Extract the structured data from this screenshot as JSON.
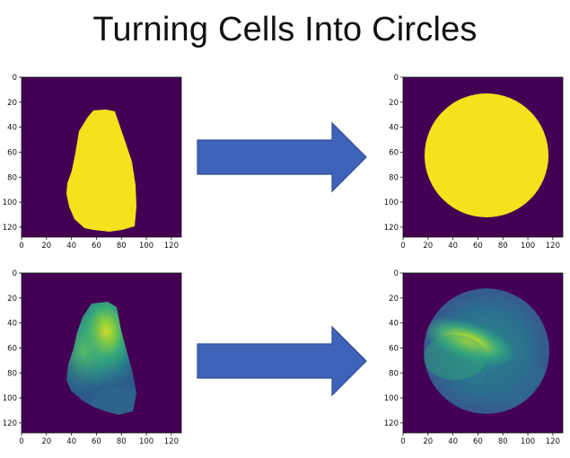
{
  "title": "Turning Cells Into Circles",
  "colors": {
    "background": "#440154",
    "mask": "#f5e21d",
    "arrow_fill": "#3f63b8",
    "arrow_stroke": "#2e4d92"
  },
  "axes": {
    "x_ticks": [
      0,
      20,
      40,
      60,
      80,
      100,
      120
    ],
    "y_ticks": [
      0,
      20,
      40,
      60,
      80,
      100,
      120
    ],
    "range": [
      0,
      128
    ]
  },
  "panels": [
    {
      "id": "mask-original",
      "kind": "mask-blob"
    },
    {
      "id": "mask-circle",
      "kind": "mask-circle"
    },
    {
      "id": "cell-original",
      "kind": "cell-blob"
    },
    {
      "id": "cell-circle",
      "kind": "cell-circle"
    }
  ]
}
